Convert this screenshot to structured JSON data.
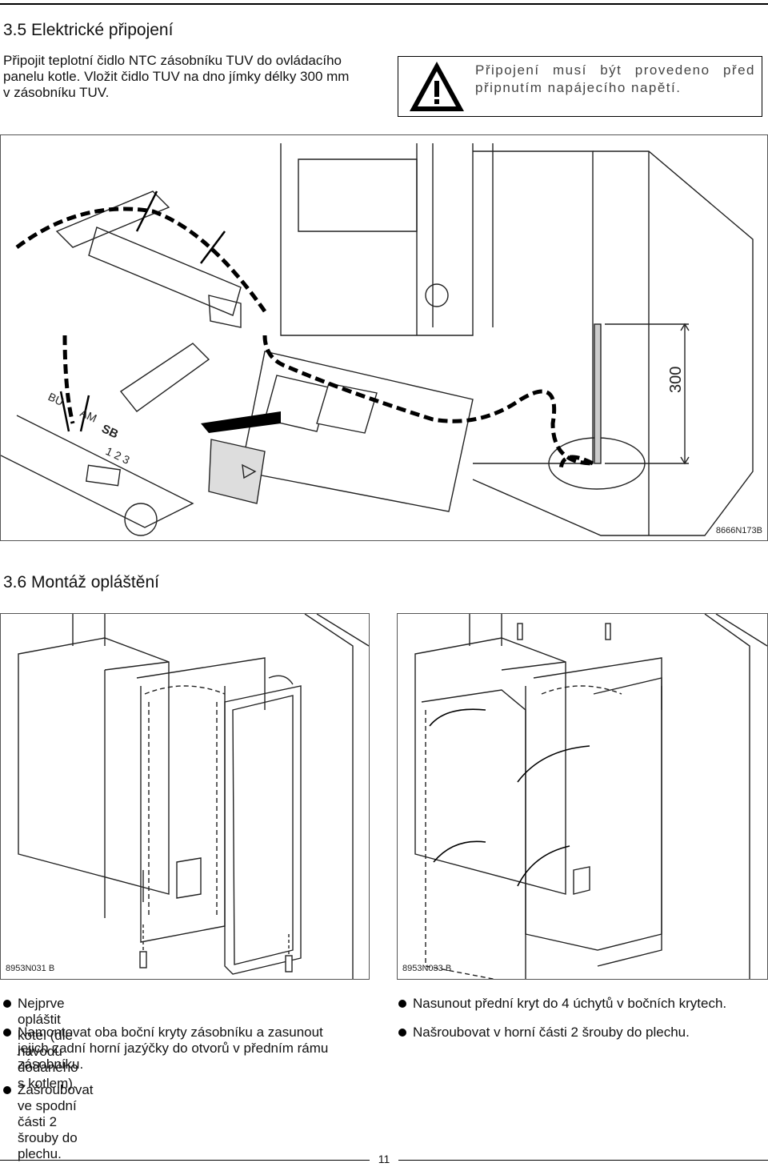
{
  "section_electrical": {
    "heading": "3.5 Elektrické připojení",
    "intro_lines": [
      "Připojit teplotní čidlo NTC zásobníku TUV do ovládacího",
      "panelu kotle. Vložit čidlo TUV na dno jímky délky 300 mm",
      "v zásobníku TUV."
    ],
    "warning_lines": [
      "Připojení musí být provedeno před",
      "připnutím napájecího napětí."
    ],
    "figure_code": "8666N173B",
    "dimension_label": "300",
    "connector_labels": {
      "bu": "BU",
      "am": "AM",
      "sb": "SB",
      "terminals": "1 2 3"
    }
  },
  "section_casing": {
    "heading": "3.6 Montáž opláštění",
    "figure_left_code": "8953N031 B",
    "figure_right_code": "8953N033 B",
    "bullets_left": [
      {
        "lines": [
          "Nejprve opláštit kotel (dle návodu dodaného s kotlem)."
        ]
      },
      {
        "lines": [
          "Namontovat oba boční kryty zásobníku a zasunout",
          "jejich zadní horní jazýčky do otvorů v předním rámu",
          "zásobníku."
        ]
      },
      {
        "lines": [
          "Zašroubovat ve spodní části 2 šrouby do plechu."
        ]
      }
    ],
    "bullets_right": [
      {
        "lines": [
          "Nasunout přední kryt do 4 úchytů v bočních krytech."
        ]
      },
      {
        "lines": [
          "Našroubovat v horní části 2 šrouby do plechu."
        ]
      }
    ]
  },
  "page_number": "11"
}
